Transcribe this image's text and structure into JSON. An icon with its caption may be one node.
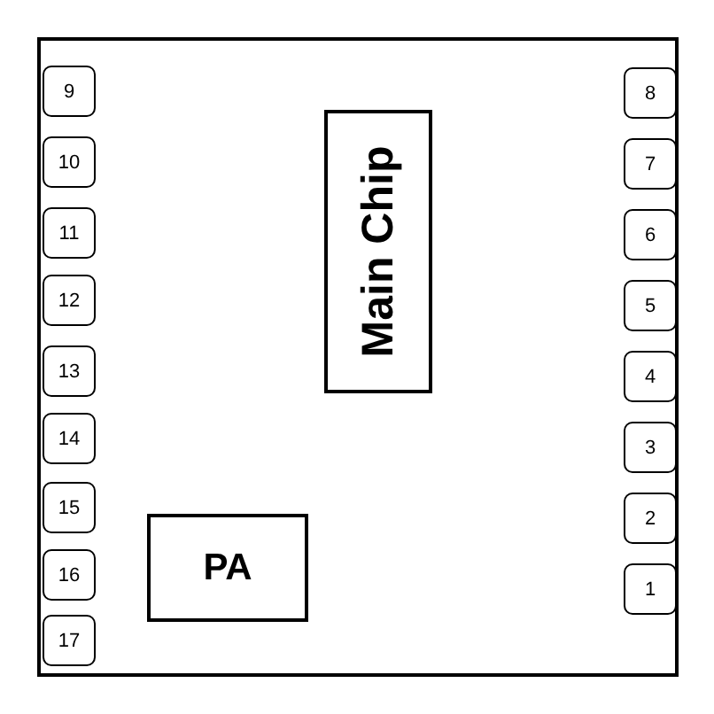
{
  "diagram": {
    "nodes": [
      {
        "text": [],
        "shape": "box"
      },
      {
        "text": [
          "Main Chip"
        ],
        "in": 0
      },
      {
        "text": [
          "PA"
        ],
        "in": 0
      },
      {
        "text": [
          "9"
        ],
        "in": 0
      },
      {
        "text": [
          "10"
        ],
        "in": 0
      },
      {
        "text": [
          "11"
        ],
        "in": 0
      },
      {
        "text": [
          "12"
        ],
        "in": 0
      },
      {
        "text": [
          "13"
        ],
        "in": 0
      },
      {
        "text": [
          "14"
        ],
        "in": 0
      },
      {
        "text": [
          "15"
        ],
        "in": 0
      },
      {
        "text": [
          "16"
        ],
        "in": 0
      },
      {
        "text": [
          "17"
        ],
        "in": 0
      },
      {
        "text": [
          "8"
        ],
        "in": 0
      },
      {
        "text": [
          "7"
        ],
        "in": 0
      },
      {
        "text": [
          "6"
        ],
        "in": 0
      },
      {
        "text": [
          "5"
        ],
        "in": 0
      },
      {
        "text": [
          "4"
        ],
        "in": 0
      },
      {
        "text": [
          "3"
        ],
        "in": 0
      },
      {
        "text": [
          "2"
        ],
        "in": 0
      },
      {
        "text": [
          "1"
        ],
        "in": 0
      }
    ]
  }
}
